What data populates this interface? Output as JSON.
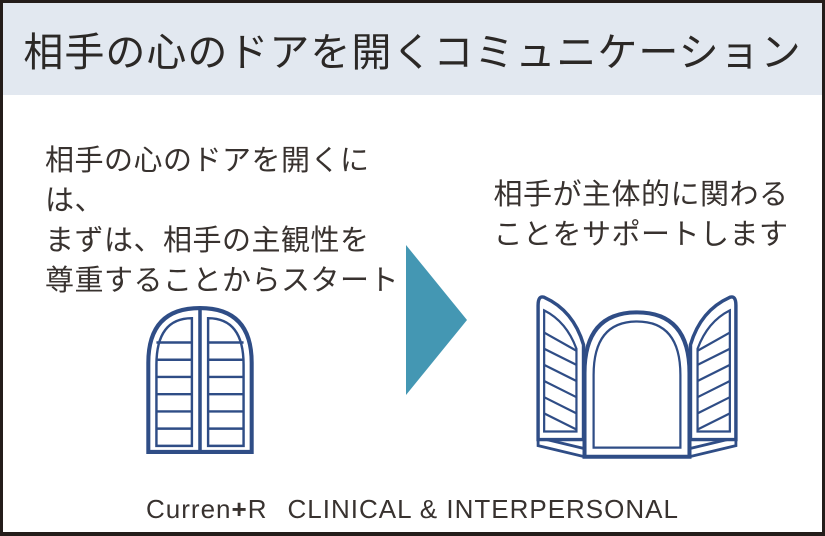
{
  "header": {
    "title": "相手の心のドアを開くコミュニケーション",
    "background_color": "#e2e8f0"
  },
  "left_text": {
    "lines": [
      "相手の心のドアを開くには、",
      "まずは、相手の主観性を",
      "尊重することからスタート"
    ]
  },
  "right_text": {
    "lines": [
      "相手が主体的に関わる",
      "ことをサポートします"
    ]
  },
  "arrow": {
    "direction": "right",
    "color": "#4497b3"
  },
  "doors": {
    "closed_door": "closed arched double door with horizontal slats",
    "open_door": "open arched doorway with swung-open slatted panels",
    "line_color": "#2f4d86"
  },
  "footer": {
    "brand_curren": "Curren",
    "brand_plus": "+",
    "brand_r": "R",
    "tagline": "CLINICAL & INTERPERSONAL"
  },
  "frame": {
    "border_color": "#241d1a",
    "text_color": "#38322f"
  }
}
